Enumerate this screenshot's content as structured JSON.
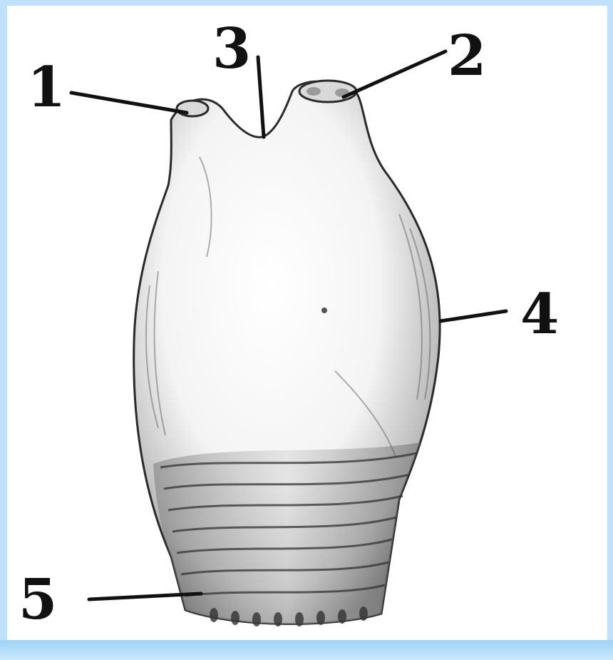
{
  "figure": {
    "subject": "sea-squirt-body-drawing",
    "callouts": [
      {
        "id": "1",
        "text": "1"
      },
      {
        "id": "2",
        "text": "2"
      },
      {
        "id": "3",
        "text": "3"
      },
      {
        "id": "4",
        "text": "4"
      },
      {
        "id": "5",
        "text": "5"
      }
    ]
  },
  "colors": {
    "ink": "#111111",
    "frame": "#bfe1fb",
    "background": "#ffffff"
  }
}
